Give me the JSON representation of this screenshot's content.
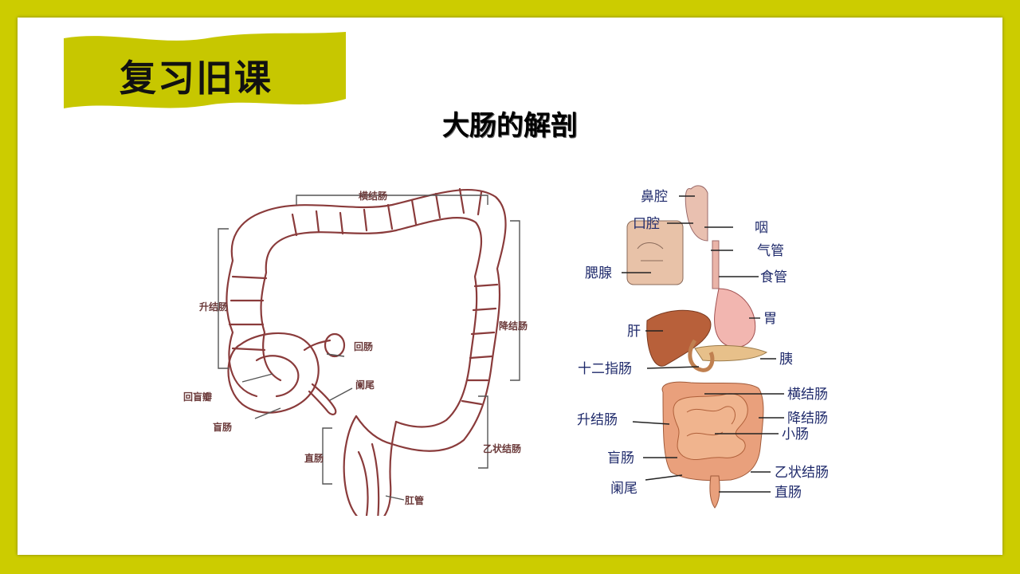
{
  "header": {
    "title": "复习旧课"
  },
  "subtitle": "大肠的解剖",
  "large_intestine": {
    "labels": {
      "transverse": "横结肠",
      "ascending": "升结肠",
      "descending": "降结肠",
      "ileum": "回肠",
      "ileocecal_valve": "回盲瓣",
      "appendix": "阑尾",
      "cecum": "盲肠",
      "rectum": "直肠",
      "sigmoid": "乙状结肠",
      "anus": "肛管"
    }
  },
  "digestive_system": {
    "labels": {
      "nasal_cavity": "鼻腔",
      "oral_cavity": "口腔",
      "pharynx": "咽",
      "trachea": "气管",
      "esophagus": "食管",
      "salivary_gland": "腮腺",
      "stomach": "胃",
      "liver": "肝",
      "pancreas": "胰",
      "duodenum": "十二指肠",
      "transverse": "横结肠",
      "descending": "降结肠",
      "ascending": "升结肠",
      "small_intestine": "小肠",
      "cecum": "盲肠",
      "sigmoid": "乙状结肠",
      "appendix": "阑尾",
      "rectum": "直肠"
    }
  },
  "colors": {
    "border": "#cccc00",
    "banner": "#c7c700",
    "intestine_line": "#8a3b3b",
    "label_blue": "#1f2a6b"
  }
}
